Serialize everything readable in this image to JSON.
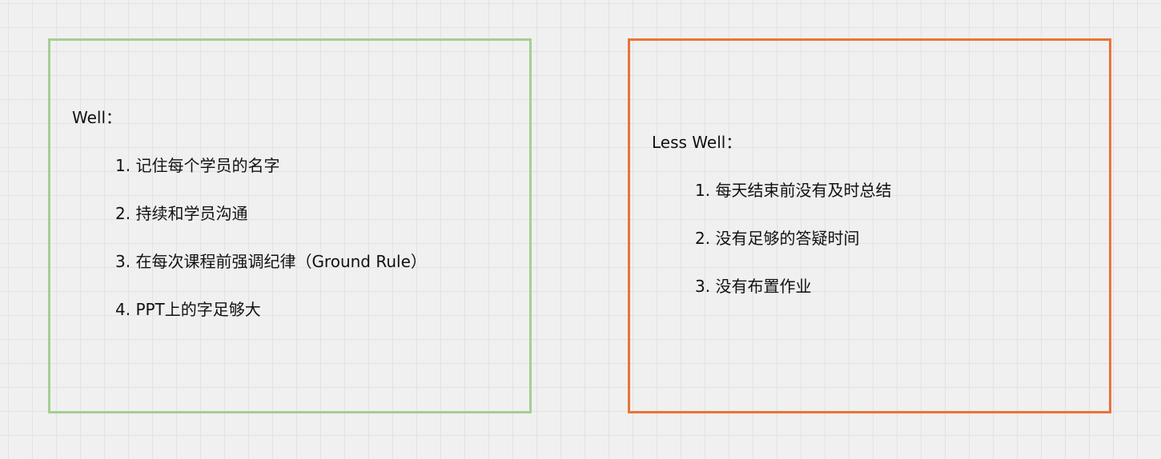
{
  "colors": {
    "canvas_background": "#f0f0f0",
    "grid_line": "#e2e2e2",
    "well_border": "#a3cf93",
    "less_well_border": "#e9733a",
    "text": "#111111"
  },
  "well": {
    "heading": "Well：",
    "items": [
      "1. 记住每个学员的名字",
      "2. 持续和学员沟通",
      "3. 在每次课程前强调纪律（Ground Rule）",
      "4. PPT上的字足够大"
    ]
  },
  "less_well": {
    "heading": "Less Well：",
    "items": [
      "1. 每天结束前没有及时总结",
      "2. 没有足够的答疑时间",
      "3. 没有布置作业"
    ]
  }
}
